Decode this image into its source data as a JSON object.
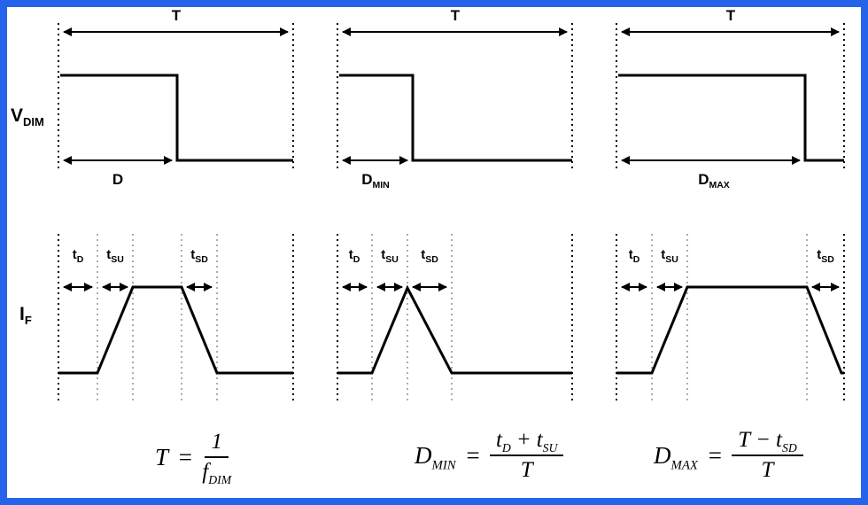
{
  "colors": {
    "frame_border": "#2563eb",
    "ink": "#000000",
    "guide": "#909090",
    "background": "#ffffff"
  },
  "waveforms": {
    "vdim_axis": {
      "base": "V",
      "sub": "DIM"
    },
    "if_axis": {
      "base": "I",
      "sub": "F"
    },
    "panels": [
      {
        "period": "T",
        "duty_base": "D",
        "duty_sub": "",
        "td_base": "t",
        "td_sub": "D",
        "tsu_base": "t",
        "tsu_sub": "SU",
        "tsd_base": "t",
        "tsd_sub": "SD"
      },
      {
        "period": "T",
        "duty_base": "D",
        "duty_sub": "MIN",
        "td_base": "t",
        "td_sub": "D",
        "tsu_base": "t",
        "tsu_sub": "SU",
        "tsd_base": "t",
        "tsd_sub": "SD"
      },
      {
        "period": "T",
        "duty_base": "D",
        "duty_sub": "MAX",
        "td_base": "t",
        "td_sub": "D",
        "tsu_base": "t",
        "tsu_sub": "SU",
        "tsd_base": "t",
        "tsd_sub": "SD"
      }
    ]
  },
  "formulas": [
    {
      "lhs_base": "T",
      "lhs_sub": "",
      "equals": "=",
      "num_base": "1",
      "den_base": "f",
      "den_sub": "DIM"
    },
    {
      "lhs_base": "D",
      "lhs_sub": "MIN",
      "equals": "=",
      "num_t1_base": "t",
      "num_t1_sub": "D",
      "num_op": "+",
      "num_t2_base": "t",
      "num_t2_sub": "SU",
      "den_base": "T",
      "den_sub": ""
    },
    {
      "lhs_base": "D",
      "lhs_sub": "MAX",
      "equals": "=",
      "num_t1_base": "T",
      "num_t1_sub": "",
      "num_op": "−",
      "num_t2_base": "t",
      "num_t2_sub": "SD",
      "den_base": "T",
      "den_sub": ""
    }
  ]
}
